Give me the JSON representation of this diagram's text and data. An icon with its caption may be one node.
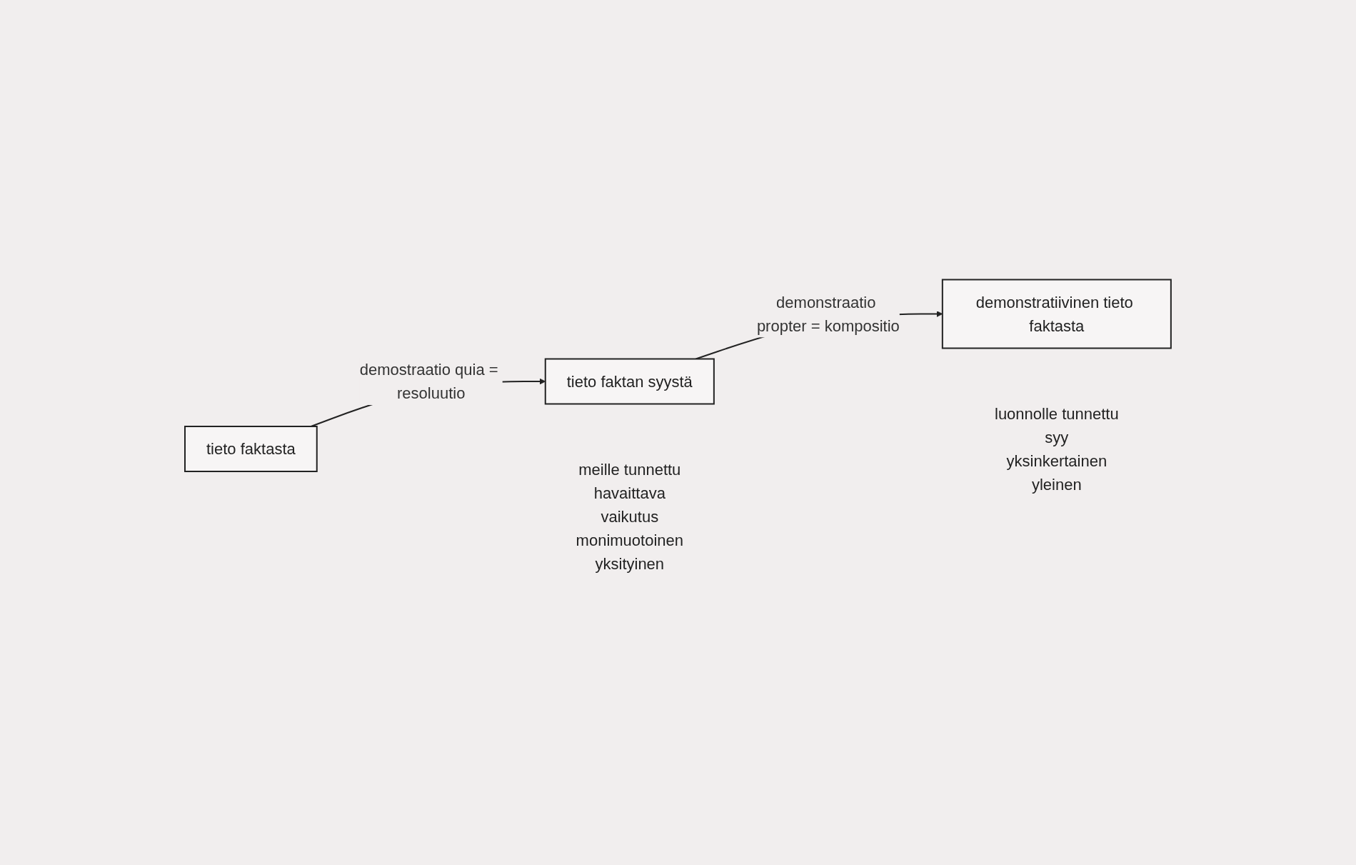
{
  "diagram": {
    "nodes": [
      {
        "text": [
          "tieto faktan syystä"
        ],
        "beside": [
          "luonnolle tunnettu",
          "syy",
          "yksinkertainen",
          "yleinen"
        ]
      },
      {
        "text": [
          "tieto faktasta"
        ],
        "beside": [
          "meille tunnettu",
          "havaittava",
          "vaikutus",
          "monimuotoinen",
          "yksityinen"
        ]
      },
      {
        "text": [
          "demonstratiivinen tieto faktasta"
        ]
      }
    ],
    "edges": [
      {
        "from": 1,
        "to": 0,
        "arrow": "to",
        "label": "demostraatio quia = resoluutio"
      },
      {
        "from": 0,
        "to": 2,
        "arrow": "to",
        "label": "demonstraatio propter = kompositio"
      }
    ]
  }
}
